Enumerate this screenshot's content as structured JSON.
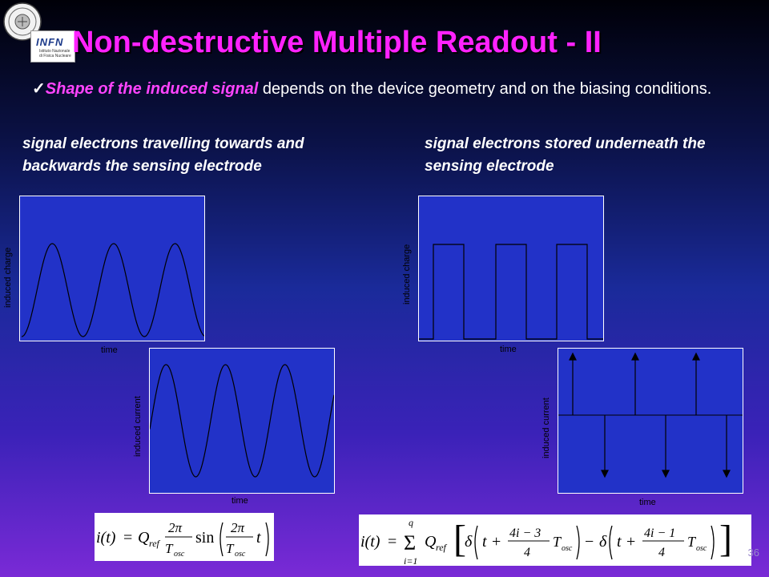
{
  "title": "Non-destructive Multiple Readout - II",
  "bullet": {
    "check": "✓",
    "emphasis": "Shape of the induced signal",
    "rest": " depends on the device geometry and on the biasing conditions."
  },
  "captions": {
    "left": "signal electrons travelling towards and backwards the sensing electrode",
    "right": "signal electrons stored underneath the sensing electrode"
  },
  "logos": {
    "institution": "INFN",
    "institution_sub": "Istituto Nazionale di Fisica Nucleare"
  },
  "plots": {
    "left_charge": {
      "ylabel": "induced charge",
      "xlabel": "time"
    },
    "left_current": {
      "ylabel": "induced current",
      "xlabel": "time"
    },
    "right_charge": {
      "ylabel": "induced charge",
      "xlabel": "time"
    },
    "right_current": {
      "ylabel": "induced current",
      "xlabel": "time"
    }
  },
  "formulas": {
    "left": "i(t) = Q_ref (2π / T_osc) sin((2π / T_osc) t)",
    "right": "i(t) = Σ_{i=1}^{q} Q_ref [ δ(t + (4i−3)/4 T_osc) − δ(t + (4i−1)/4 T_osc) ]"
  },
  "page_number": "36",
  "colors": {
    "title": "#ff22ff",
    "emphasis": "#ff44ff",
    "plot_bg": "#2232c8"
  }
}
